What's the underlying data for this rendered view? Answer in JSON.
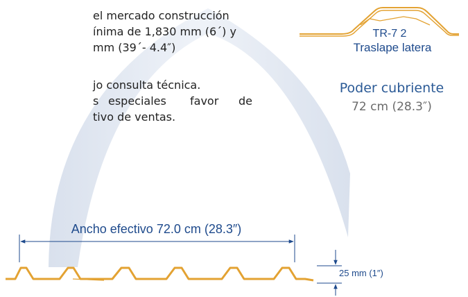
{
  "spec_text": {
    "line1": "el mercado construcción",
    "line2": "ínima de 1,830 mm (6´) y",
    "line3": "mm (39´- 4.4″)",
    "line4": "jo consulta técnica.",
    "line5_left": "s",
    "line5_mid": "especiales",
    "line5_mid2": "favor",
    "line5_right": "de",
    "line6": "tivo de ventas."
  },
  "profile_icon": {
    "code": "TR-7 2",
    "caption": "Traslape latera"
  },
  "coverage": {
    "title": "Poder cubriente",
    "value": "72 cm (28.3″)"
  },
  "dimensions": {
    "effective_width": "Ancho efectivo 72.0 cm (28.3″)",
    "rib_height": "25 mm (1″)"
  },
  "colors": {
    "profile": "#e3a232",
    "dimension_lines": "#1e4a8c",
    "arch_fill": "#dfe6f1",
    "text_blue": "#2b5a96",
    "text_grey": "#6b6b6b"
  }
}
